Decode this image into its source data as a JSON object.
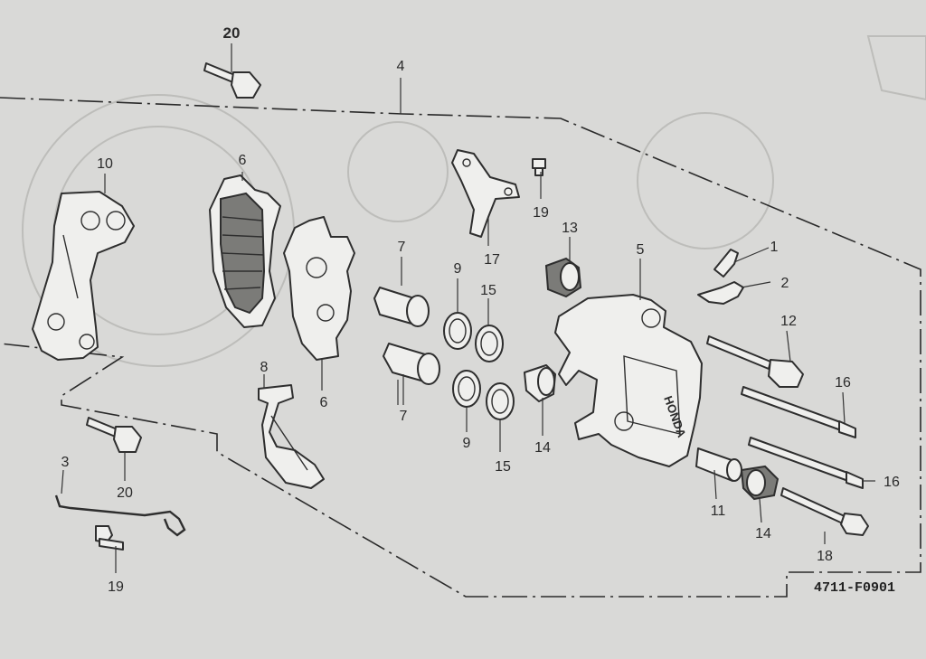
{
  "diagram_code": "4711-F0901",
  "parts": [
    {
      "id": "p1",
      "number": "1"
    },
    {
      "id": "p2",
      "number": "2"
    },
    {
      "id": "p3",
      "number": "3"
    },
    {
      "id": "p4",
      "number": "4"
    },
    {
      "id": "p5",
      "number": "5"
    },
    {
      "id": "p6a",
      "number": "6"
    },
    {
      "id": "p6b",
      "number": "6"
    },
    {
      "id": "p7a",
      "number": "7"
    },
    {
      "id": "p7b",
      "number": "7"
    },
    {
      "id": "p8",
      "number": "8"
    },
    {
      "id": "p9a",
      "number": "9"
    },
    {
      "id": "p9b",
      "number": "9"
    },
    {
      "id": "p10",
      "number": "10"
    },
    {
      "id": "p11",
      "number": "11"
    },
    {
      "id": "p12",
      "number": "12"
    },
    {
      "id": "p13",
      "number": "13"
    },
    {
      "id": "p14a",
      "number": "14"
    },
    {
      "id": "p14b",
      "number": "14"
    },
    {
      "id": "p15a",
      "number": "15"
    },
    {
      "id": "p15b",
      "number": "15"
    },
    {
      "id": "p16a",
      "number": "16"
    },
    {
      "id": "p16b",
      "number": "16"
    },
    {
      "id": "p17",
      "number": "17"
    },
    {
      "id": "p18",
      "number": "18"
    },
    {
      "id": "p19a",
      "number": "19"
    },
    {
      "id": "p19b",
      "number": "19"
    },
    {
      "id": "p20a",
      "number": "20"
    },
    {
      "id": "p20b",
      "number": "20"
    }
  ],
  "caliper_brand": "HONDA"
}
